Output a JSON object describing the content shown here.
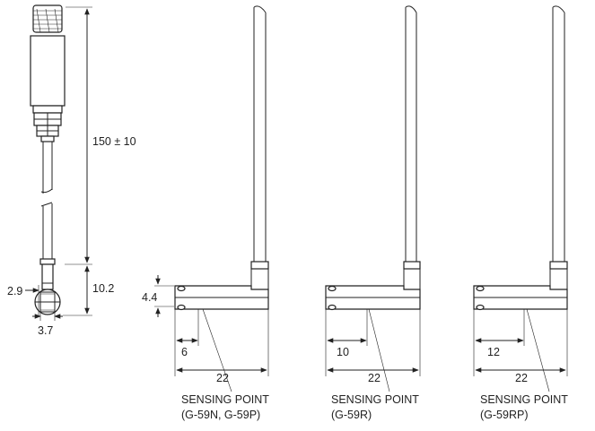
{
  "dimensions": {
    "length": "150 ± 10",
    "tip_height": "10.2",
    "tip_offset": "2.9",
    "tip_width": "3.7",
    "head_height": "4.4",
    "width": "22"
  },
  "sensors": [
    {
      "offset": "6",
      "width": "22",
      "label": "SENSING POINT",
      "models": "(G-59N, G-59P)"
    },
    {
      "offset": "10",
      "width": "22",
      "label": "SENSING POINT",
      "models": "(G-59R)"
    },
    {
      "offset": "12",
      "width": "22",
      "label": "SENSING POINT",
      "models": "(G-59RP)"
    }
  ]
}
